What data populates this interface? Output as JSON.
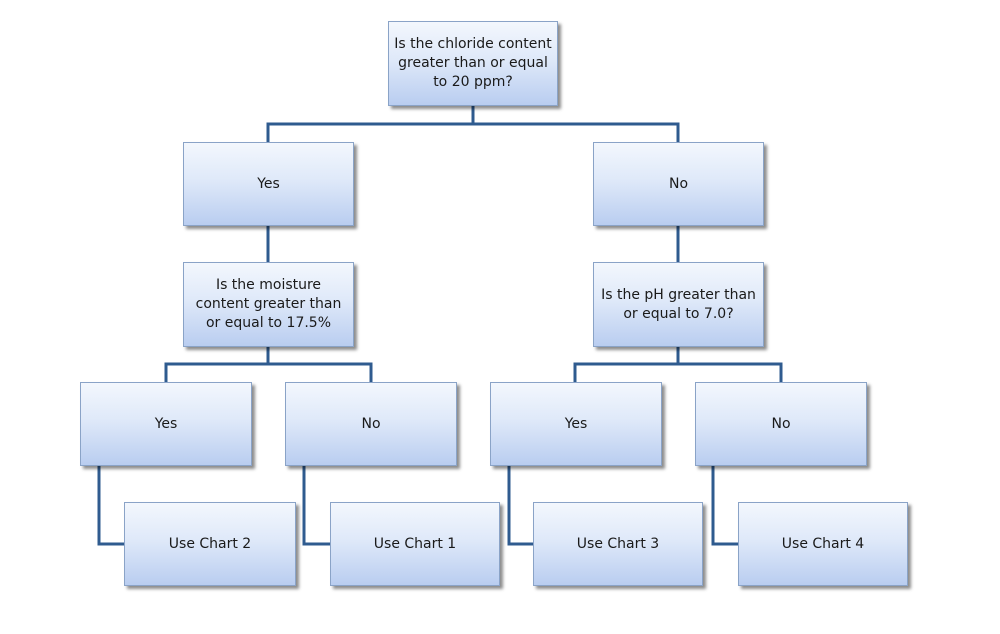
{
  "root": {
    "question": "Is the chloride content greater than or equal to 20 ppm?"
  },
  "left": {
    "answer": "Yes",
    "question": "Is the moisture content greater than or equal to 17.5%",
    "yes": {
      "answer": "Yes",
      "result": "Use Chart 2"
    },
    "no": {
      "answer": "No",
      "result": "Use Chart 1"
    }
  },
  "right": {
    "answer": "No",
    "question": "Is the pH greater than or equal to 7.0?",
    "yes": {
      "answer": "Yes",
      "result": "Use Chart 3"
    },
    "no": {
      "answer": "No",
      "result": "Use Chart 4"
    }
  },
  "colors": {
    "connector": "#2f5b8f",
    "box_border": "#8aa3c7",
    "box_fill_top": "#f3f7fd",
    "box_fill_bottom": "#b9cdf0"
  }
}
